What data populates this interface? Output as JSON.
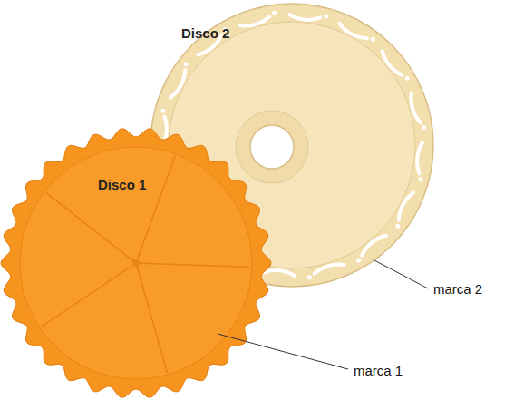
{
  "diagram": {
    "nodes": [
      {
        "text": [
          "Disco 2"
        ]
      },
      {
        "text": [
          "Disco 1"
        ]
      }
    ],
    "labels": [
      "marca 2",
      "marca 1"
    ]
  }
}
